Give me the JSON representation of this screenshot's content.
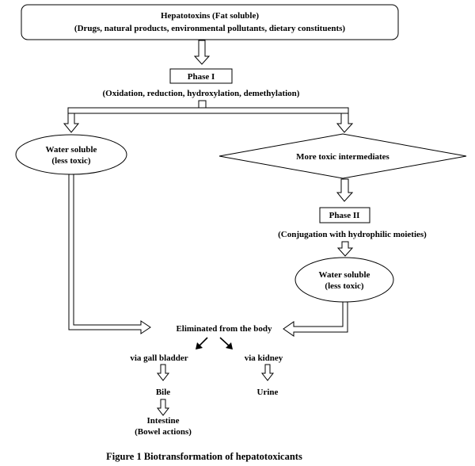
{
  "nodes": {
    "hepatotoxins": {
      "line1": "Hepatotoxins (Fat soluble)",
      "line2": "(Drugs, natural products, environmental pollutants, dietary constituents)"
    },
    "phase1": {
      "label": "Phase I",
      "detail": "(Oxidation, reduction, hydroxylation, demethylation)"
    },
    "water_soluble_left": {
      "line1": "Water soluble",
      "line2": "(less toxic)"
    },
    "toxic_intermediates": {
      "label": "More toxic intermediates"
    },
    "phase2": {
      "label": "Phase II",
      "detail": "(Conjugation with hydrophilic moieties)"
    },
    "water_soluble_right": {
      "line1": "Water soluble",
      "line2": "(less toxic)"
    },
    "eliminated": {
      "label": "Eliminated from the body"
    },
    "via_gall_bladder": {
      "label": "via gall bladder"
    },
    "via_kidney": {
      "label": "via kidney"
    },
    "bile": {
      "label": "Bile"
    },
    "urine": {
      "label": "Urine"
    },
    "intestine": {
      "line1": "Intestine",
      "line2": "(Bowel actions)"
    }
  },
  "caption": "Figure 1 Biotransformation of hepatotoxicants"
}
